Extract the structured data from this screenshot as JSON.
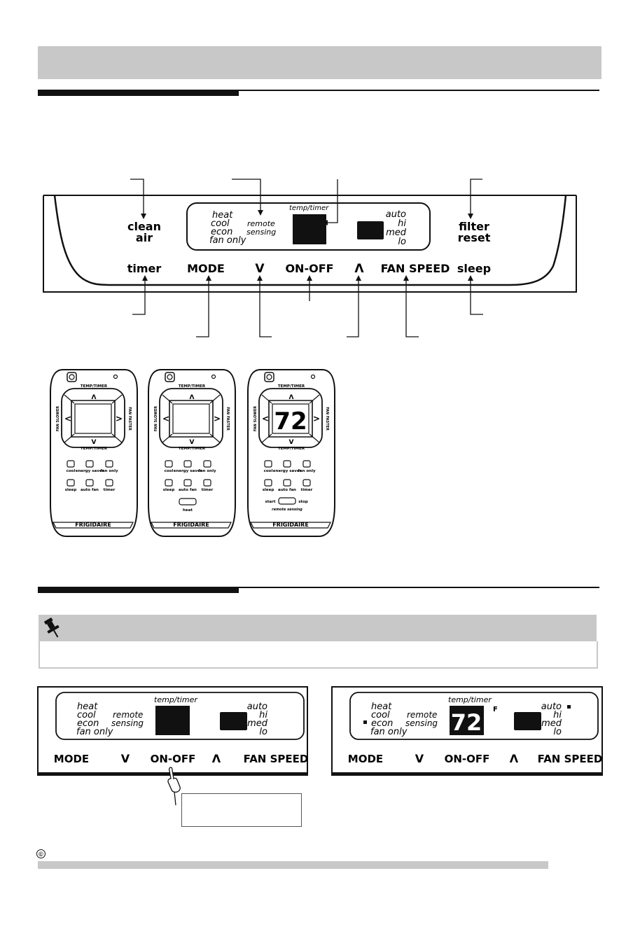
{
  "copyright_symbol": "©",
  "panel": {
    "clean_air_line1": "clean",
    "clean_air_line2": "air",
    "filter_reset_line1": "filter",
    "filter_reset_line2": "reset",
    "modes": [
      "heat",
      "cool",
      "econ",
      "fan only"
    ],
    "remote_sensing_line1": "remote",
    "remote_sensing_line2": "sensing",
    "temp_timer": "temp/timer",
    "fan_levels": [
      "auto",
      "hi",
      "med",
      "lo"
    ],
    "buttons": {
      "timer": "timer",
      "mode": "MODE",
      "down": "V",
      "on_off": "ON-OFF",
      "up": "Λ",
      "fan_speed": "FAN SPEED",
      "sleep": "sleep"
    }
  },
  "remotes": {
    "brand": "FRIGIDAIRE",
    "temp_timer": "TEMP/TIMER",
    "fan_slower": "FAN SLOWER",
    "fan_faster": "FAN FASTER",
    "buttons_row1": [
      "cool",
      "energy saver",
      "fan only"
    ],
    "buttons_row2": [
      "sleep",
      "auto fan",
      "timer"
    ],
    "heat": "heat",
    "start": "start",
    "stop": "stop",
    "remote_sensing": "remote sensing",
    "display_value": "72"
  },
  "small_panels": {
    "modes": [
      "heat",
      "cool",
      "econ",
      "fan only"
    ],
    "remote_sensing_line1": "remote",
    "remote_sensing_line2": "sensing",
    "temp_timer": "temp/timer",
    "fan_levels": [
      "auto",
      "hi",
      "med",
      "lo"
    ],
    "buttons": [
      "MODE",
      "V",
      "ON-OFF",
      "Λ",
      "FAN SPEED"
    ],
    "display_value": "72",
    "unit": "F"
  }
}
